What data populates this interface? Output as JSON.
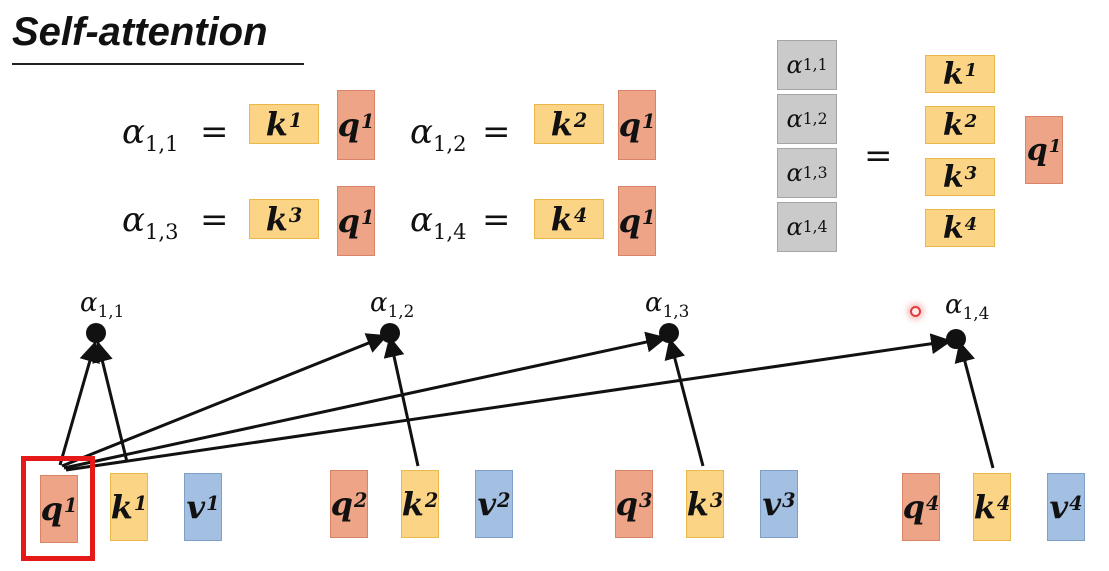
{
  "title": "Self-attention",
  "alpha": "α",
  "equals": "=",
  "letters": {
    "q": "q",
    "k": "k",
    "v": "v"
  },
  "equations": [
    {
      "idx": "1,1",
      "key": "1",
      "query": "1"
    },
    {
      "idx": "1,2",
      "key": "2",
      "query": "1"
    },
    {
      "idx": "1,3",
      "key": "3",
      "query": "1"
    },
    {
      "idx": "1,4",
      "key": "4",
      "query": "1"
    }
  ],
  "matrix": {
    "alphas": [
      "1,1",
      "1,2",
      "1,3",
      "1,4"
    ],
    "keys": [
      "1",
      "2",
      "3",
      "4"
    ],
    "query": "1"
  },
  "tokens": [
    {
      "q": "1",
      "k": "1",
      "v": "1"
    },
    {
      "q": "2",
      "k": "2",
      "v": "2"
    },
    {
      "q": "3",
      "k": "3",
      "v": "3"
    },
    {
      "q": "4",
      "k": "4",
      "v": "4"
    }
  ],
  "scores": [
    "1,1",
    "1,2",
    "1,3",
    "1,4"
  ],
  "colors": {
    "key": "#fcd486",
    "query": "#eea486",
    "value": "#a3bfe1",
    "score": "#cacaca",
    "highlight": "#e61919"
  }
}
